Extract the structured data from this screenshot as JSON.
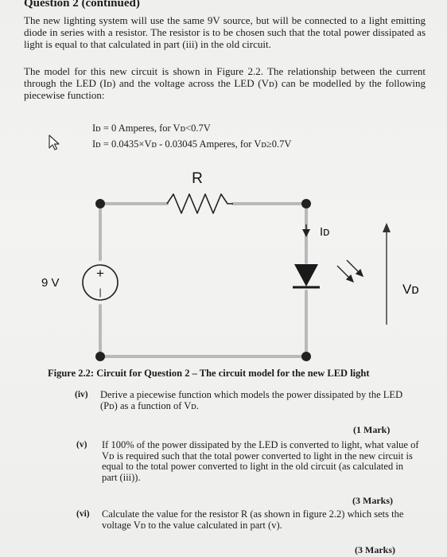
{
  "heading": "Question 2 (continued)",
  "paragraph1": "The new lighting system will use the same 9V source, but will be connected to a light emitting diode in series with a resistor. The resistor is to be chosen such that the total power dissipated as light is equal to that calculated in part (iii) in the old circuit.",
  "paragraph2": "The model for this new circuit is shown in Figure 2.2. The relationship between the current through the LED (Iᴅ) and the voltage across the LED (Vᴅ) can be modelled by the following piecewise function:",
  "equations": [
    "Iᴅ = 0 Amperes, for Vᴅ<0.7V",
    "Iᴅ = 0.0435×Vᴅ - 0.03045 Amperes, for Vᴅ≥0.7V"
  ],
  "circuit": {
    "resistor_label": "R",
    "source_label": "9 V",
    "source_plus": "+",
    "source_minus": "|",
    "current_label": "Iᴅ",
    "voltage_label": "Vᴅ"
  },
  "caption": "Figure 2.2: Circuit for Question 2 – The circuit model for the new LED light",
  "questions": [
    {
      "number": "(iv)",
      "text": "Derive a piecewise function which models the power dissipated by the LED (Pᴅ) as a function of Vᴅ.",
      "marks": "(1 Mark)"
    },
    {
      "number": "(v)",
      "text": "If 100% of the power dissipated by the LED is converted to light, what value of Vᴅ is required such that the total power converted to light in the new circuit is equal to the total power converted to light in the old circuit (as calculated in part (iii)).",
      "marks": "(3 Marks)"
    },
    {
      "number": "(vi)",
      "text": "Calculate the value for the resistor R (as shown in figure 2.2) which sets the voltage Vᴅ to the value calculated in part (v).",
      "marks": "(3 Marks)"
    }
  ],
  "colors": {
    "wire": "#b9b9b9",
    "node": "#222222",
    "diode": "#1a1a1a",
    "text": "#1c1c1c"
  }
}
